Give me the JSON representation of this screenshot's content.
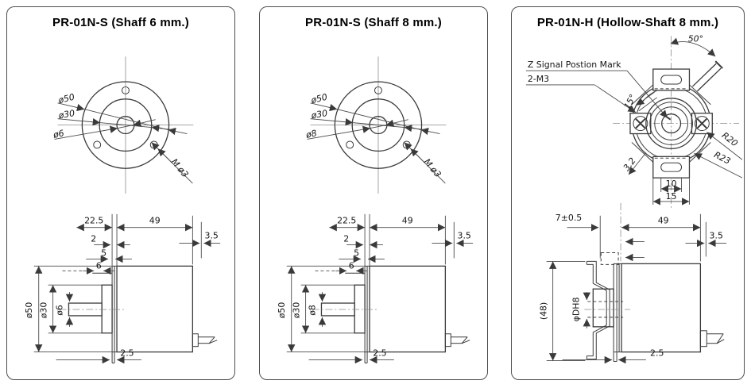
{
  "style": {
    "line_color": "#3a3a3a",
    "dim_color": "#4a4a4a",
    "center_color": "#8a8a8a",
    "text_color": "#141414",
    "border_color": "#4e4e4e",
    "bg": "#ffffff"
  },
  "panels": [
    {
      "title": "PR-01N-S (Shaff 6 mm.)",
      "front": {
        "dia_outer": "ø50",
        "dia_mid": "ø30",
        "dia_shaft": "ø6",
        "screw_thread": "M ø3"
      },
      "side": {
        "len_mount": "22.5",
        "len_body": "49",
        "len_cable_boss": "3.5",
        "step_a": "2",
        "step_b": "5",
        "shaft_len": "6",
        "dia_outer": "ø50",
        "dia_hub": "ø30",
        "dia_shaft": "ø6",
        "plate_thickness": "2.5"
      }
    },
    {
      "title": "PR-01N-S (Shaff 8 mm.)",
      "front": {
        "dia_outer": "ø50",
        "dia_mid": "ø30",
        "dia_shaft": "ø8",
        "screw_thread": "M ø3"
      },
      "side": {
        "len_mount": "22.5",
        "len_body": "49",
        "len_cable_boss": "3.5",
        "step_a": "2",
        "step_b": "5",
        "shaft_len": "6",
        "dia_outer": "ø50",
        "dia_hub": "ø30",
        "dia_shaft": "ø8",
        "plate_thickness": "2.5"
      }
    },
    {
      "title": "PR-01N-H (Hollow-Shaft 8 mm.)",
      "front": {
        "z_mark_label": "Z Signal Postion Mark",
        "screw_label": "2-M3",
        "cable_angle": "50°",
        "screw_angle": "15°",
        "radius_outer": "R20",
        "radius_tab": "R23",
        "tab_thickness": "3.2",
        "slot_width": "10",
        "tab_width": "15"
      },
      "side": {
        "mount_depth": "7±0.5",
        "len_body": "49",
        "len_cable_boss": "3.5",
        "overall_height": "(48)",
        "bore": "φDH8",
        "plate_thickness": "2.5"
      }
    }
  ]
}
